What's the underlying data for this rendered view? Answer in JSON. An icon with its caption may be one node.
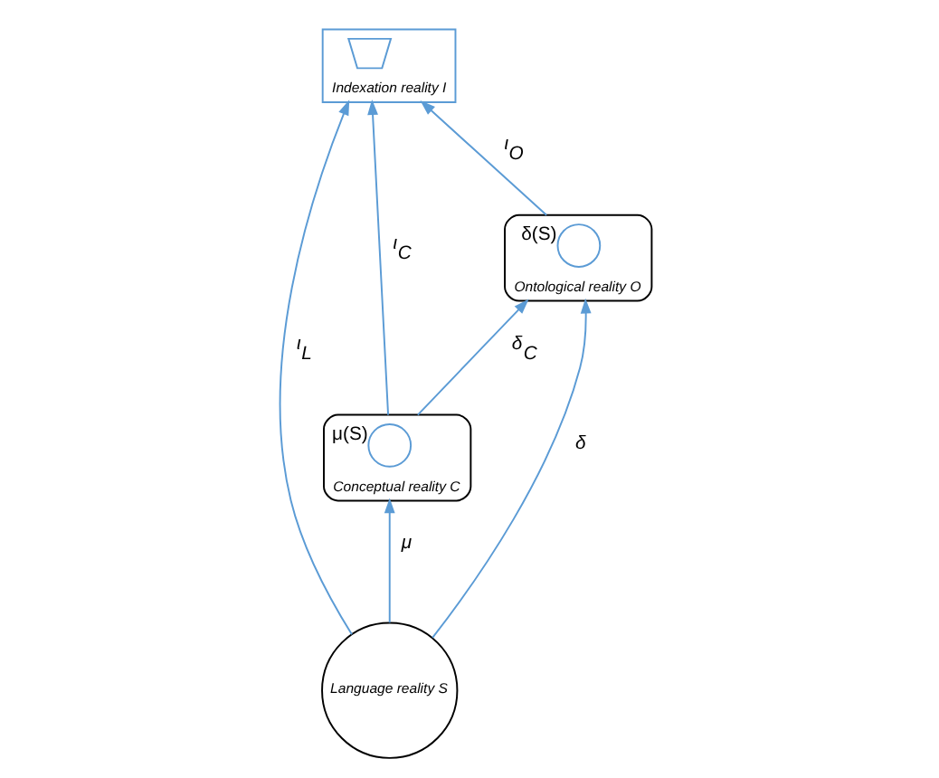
{
  "diagram": {
    "nodes": [
      {
        "text": [
          "Indexation reality I"
        ]
      },
      {
        "text": [],
        "shape": "semicircle",
        "in": 0
      },
      {
        "text": [
          "Conceptual reality C"
        ]
      },
      {
        "text": [],
        "shape": "circle",
        "in": 2,
        "beside": [
          "μ(S)"
        ]
      },
      {
        "text": [
          "Language reality S"
        ]
      },
      {
        "text": [
          "Ontological reality O"
        ]
      },
      {
        "text": [],
        "shape": "circle",
        "in": 5,
        "beside": [
          "δ(S)"
        ]
      }
    ],
    "edges": [
      {
        "from": 2,
        "to": 0,
        "arrow": "to",
        "label": "ι$_{C}$"
      },
      {
        "from": 4,
        "to": 0,
        "arrow": "to",
        "label": "ι$_{L}$"
      },
      {
        "from": 4,
        "to": 2,
        "arrow": "to",
        "label": "μ"
      },
      {
        "from": 5,
        "to": 0,
        "arrow": "to",
        "label": "ι$_{O}$"
      },
      {
        "from": 2,
        "to": 5,
        "arrow": "to",
        "label": "δ$_{C}$"
      },
      {
        "from": 4,
        "to": 5,
        "arrow": "to",
        "label": "δ"
      }
    ]
  }
}
